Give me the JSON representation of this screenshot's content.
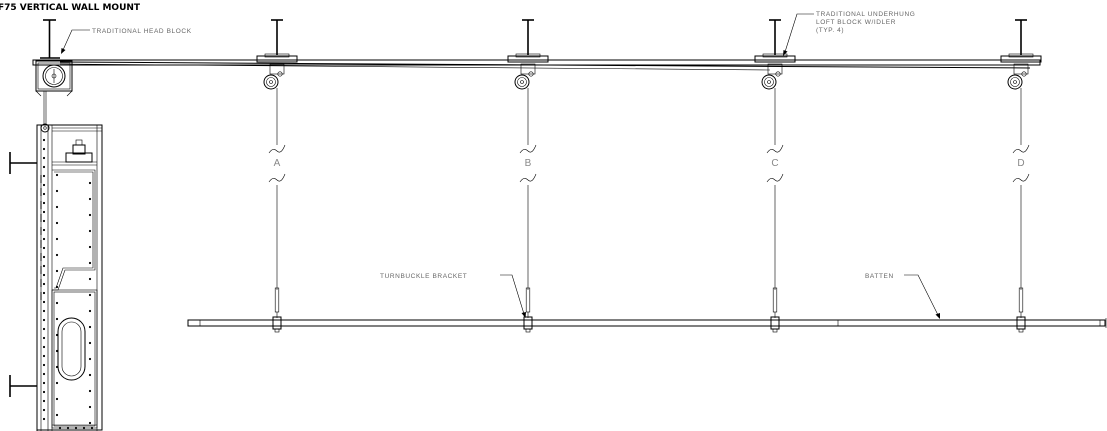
{
  "drawing": {
    "title": "F75 VERTICAL WALL MOUNT",
    "head_block_note": "TRADITIONAL HEAD BLOCK",
    "loft_block_note": [
      "TRADITIONAL UNDERHUNG",
      "LOFT BLOCK W/IDLER",
      "(TYP. 4)"
    ],
    "turnbuckle_note": "TURNBUCKLE BRACKET",
    "batten_note": "BATTEN",
    "line_labels": [
      "A",
      "B",
      "C",
      "D"
    ]
  },
  "colors": {
    "lines": "#000000",
    "notes": "#666666",
    "labels": "#888888"
  }
}
